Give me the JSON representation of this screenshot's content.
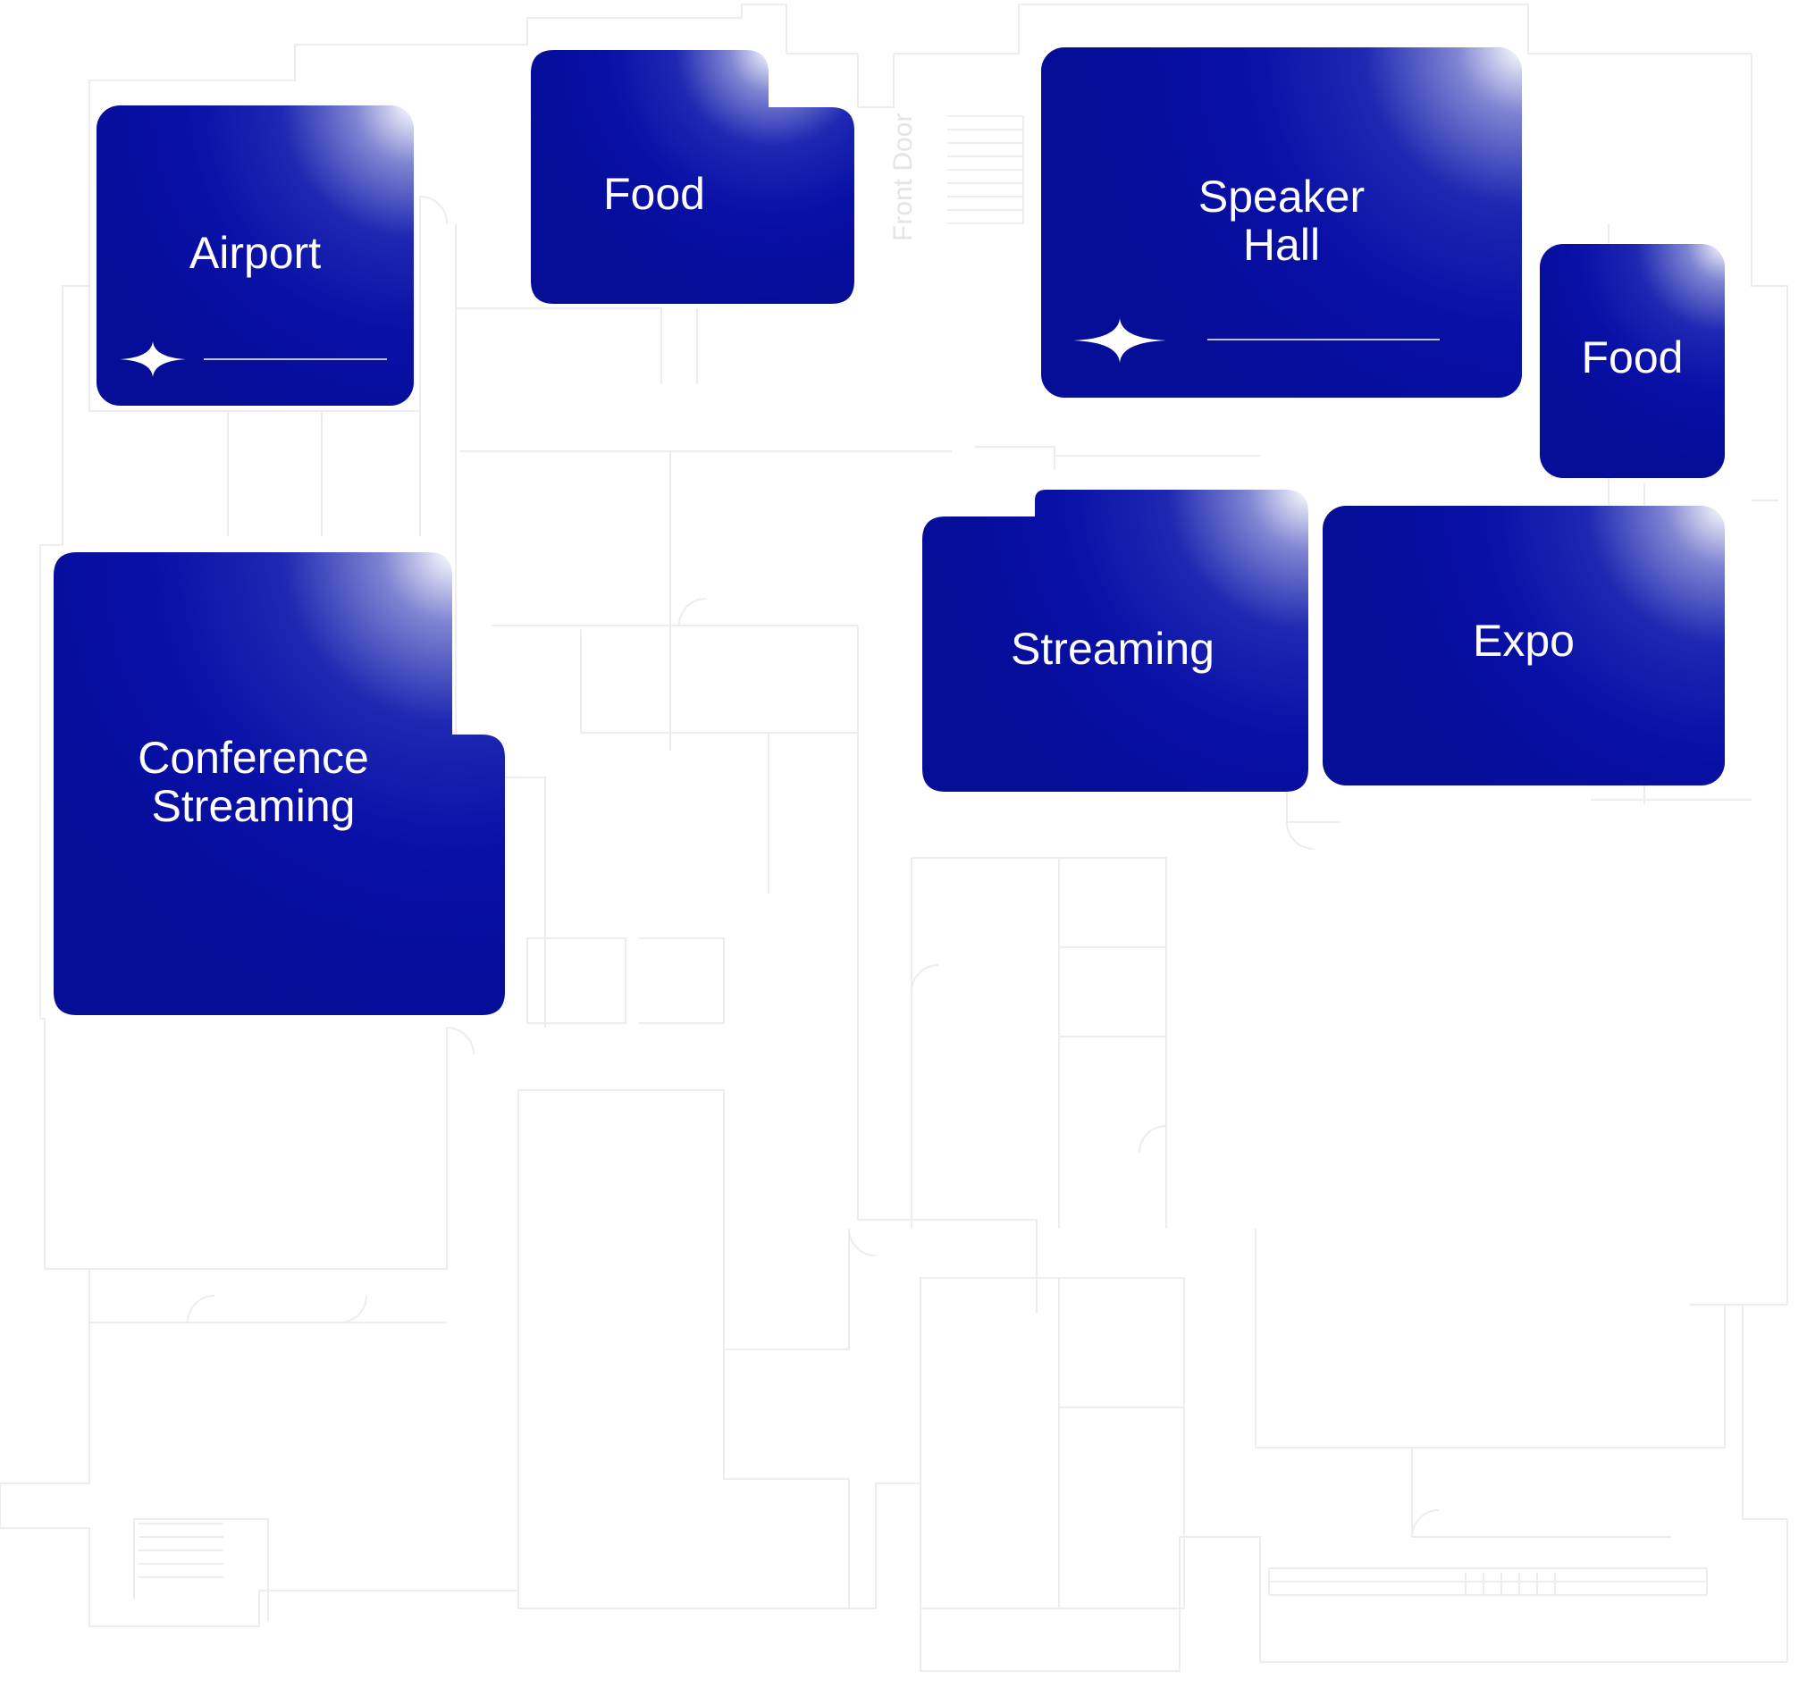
{
  "map": {
    "front_door_label": "Front Door",
    "zones": {
      "airport": {
        "lines": [
          "Airport"
        ],
        "featured": true
      },
      "food_north": {
        "lines": [
          "Food"
        ],
        "featured": false
      },
      "speaker_hall": {
        "lines": [
          "Speaker",
          "Hall"
        ],
        "featured": true
      },
      "food_east": {
        "lines": [
          "Food"
        ],
        "featured": false
      },
      "conference_streaming": {
        "lines": [
          "Conference",
          "Streaming"
        ],
        "featured": false
      },
      "streaming": {
        "lines": [
          "Streaming"
        ],
        "featured": false
      },
      "expo": {
        "lines": [
          "Expo"
        ],
        "featured": false
      }
    }
  },
  "colors": {
    "zone_dark": "#0810a6",
    "zone_highlight": "#ffffff",
    "label_text": "#ffffff",
    "floorplan_lines": "#ececf1"
  },
  "icons": {
    "featured_marker": "sparkle-icon"
  }
}
